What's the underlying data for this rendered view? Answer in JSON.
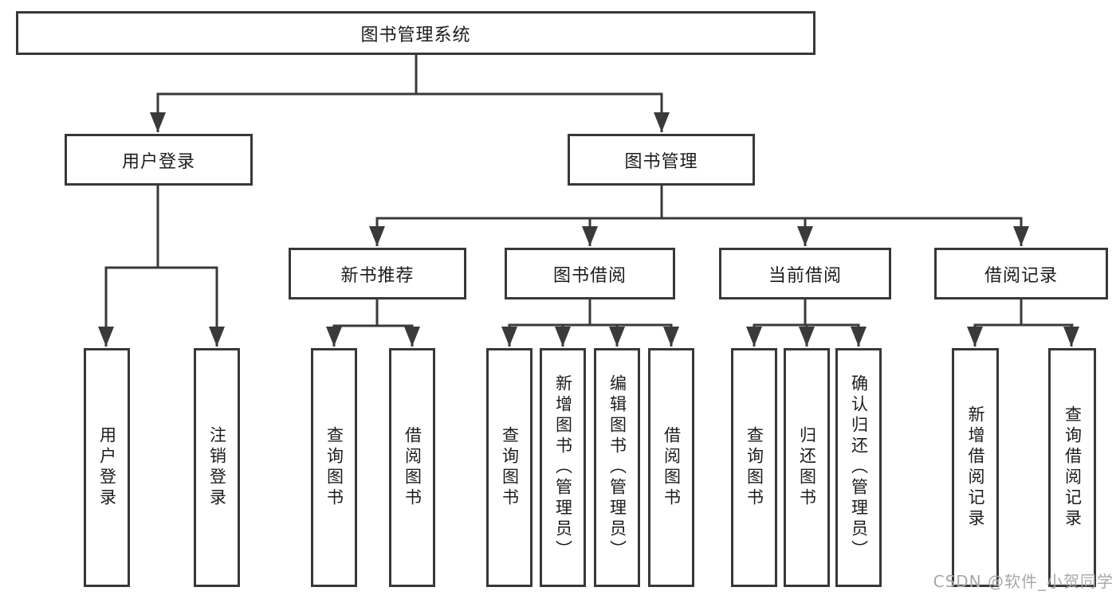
{
  "colors": {
    "line": "#3a3a3a",
    "box_border": "#383838",
    "box_fill": "#ffffff",
    "text": "#1c1c1c",
    "watermark": "#a8a8a8"
  },
  "root": {
    "label": "图书管理系统"
  },
  "user_branch": {
    "label": "用户登录",
    "children": [
      {
        "label": "用户登录"
      },
      {
        "label": "注销登录"
      }
    ]
  },
  "book_branch": {
    "label": "图书管理",
    "groups": [
      {
        "label": "新书推荐",
        "children": [
          {
            "label": "查询图书"
          },
          {
            "label": "借阅图书"
          }
        ]
      },
      {
        "label": "图书借阅",
        "children": [
          {
            "label": "查询图书"
          },
          {
            "label": "新增图书（管理员）"
          },
          {
            "label": "编辑图书（管理员）"
          },
          {
            "label": "借阅图书"
          }
        ]
      },
      {
        "label": "当前借阅",
        "children": [
          {
            "label": "查询图书"
          },
          {
            "label": "归还图书"
          },
          {
            "label": "确认归还（管理员）"
          }
        ]
      },
      {
        "label": "借阅记录",
        "children": [
          {
            "label": "新增借阅记录"
          },
          {
            "label": "查询借阅记录"
          }
        ]
      }
    ]
  },
  "watermark": {
    "text": "CSDN @软件_小贺同学"
  }
}
